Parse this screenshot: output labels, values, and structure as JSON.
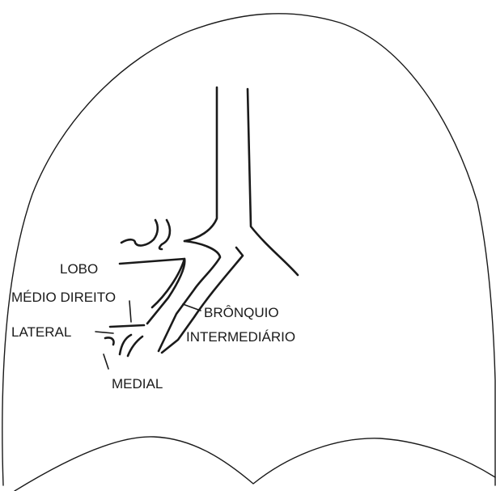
{
  "labels": {
    "lobe_line1": "LOBO",
    "lobe_line2": "MÉDIO DIREITO",
    "lateral": "LATERAL",
    "medial": "MEDIAL",
    "bronchus_line1": "BRÔNQUIO",
    "bronchus_line2": "INTERMEDIÁRIO"
  },
  "colors": {
    "ink": "#1a1a1a",
    "background": "#ffffff"
  }
}
